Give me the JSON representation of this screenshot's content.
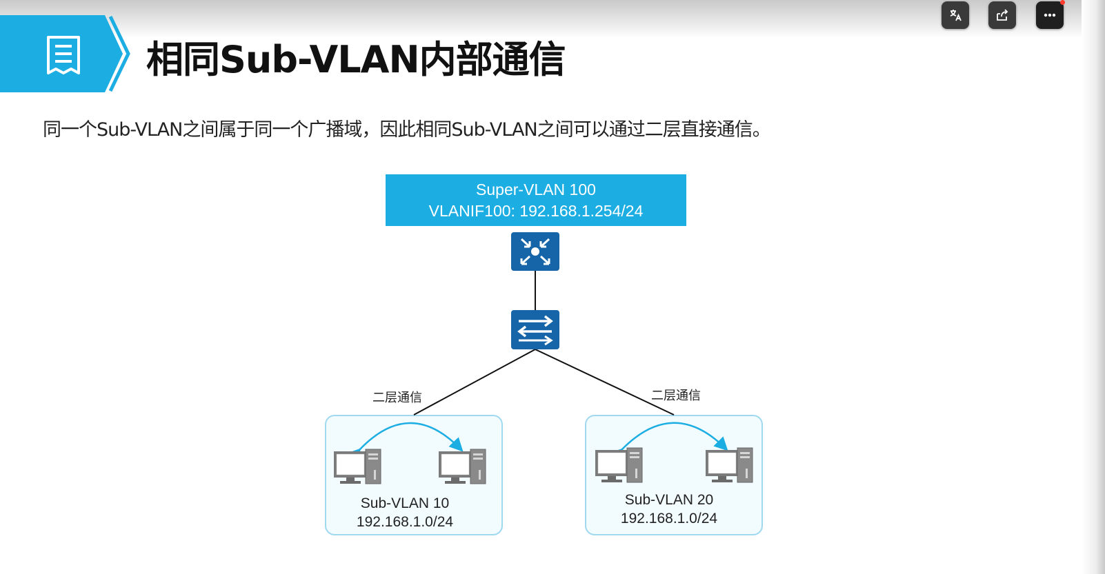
{
  "slide": {
    "title": "相同Sub-VLAN内部通信",
    "subtitle": "同一个Sub-VLAN之间属于同一个广播域，因此相同Sub-VLAN之间可以通过二层直接通信。"
  },
  "diagram": {
    "super_vlan": {
      "name": "Super-VLAN 100",
      "interface": "VLANIF100: 192.168.1.254/24"
    },
    "link_labels": {
      "left": "二层通信",
      "right": "二层通信"
    },
    "sub_vlans": [
      {
        "name": "Sub-VLAN 10",
        "subnet": "192.168.1.0/24"
      },
      {
        "name": "Sub-VLAN 20",
        "subnet": "192.168.1.0/24"
      }
    ]
  },
  "toolbar": {
    "icons": [
      "translate-icon",
      "share-icon",
      "more-icon"
    ],
    "notification_dot": true
  },
  "colors": {
    "accent": "#1caee3",
    "device": "#1565a8",
    "arrow": "#1caee3",
    "vlan_border": "#9fd8ef"
  }
}
